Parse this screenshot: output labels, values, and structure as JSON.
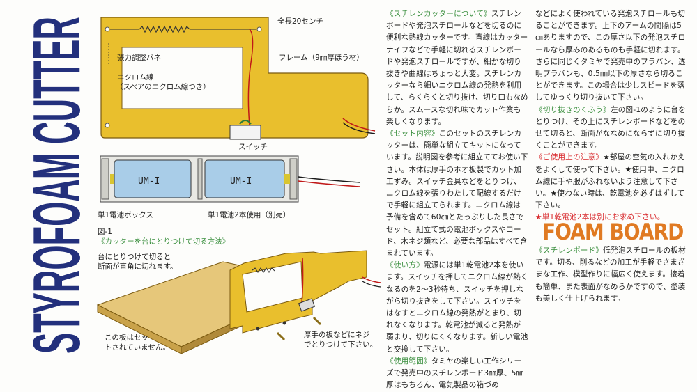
{
  "title": "STYROFOAM CUTTER",
  "diagram_labels": {
    "total_length": "全長20センチ",
    "spring": "張力調整バネ",
    "nichrome_1": "ニクロム線",
    "nichrome_2": "（スペアのニクロム線つき）",
    "frame": "フレーム（9㎜厚ほう材）",
    "switch": "スイッチ",
    "battery_label": "UM-I",
    "battery_box": "単1電池ボックス",
    "battery_note": "単1電池2本使用（別売）",
    "fig_num": "図-1",
    "fig_title": "《カッターを台にとりつけて切る方法》",
    "table_note_1": "台にとりつけて切ると",
    "table_note_2": "断面が直角に切れます。",
    "board_note_1": "この板はセッ",
    "board_note_2": "トされていません。",
    "screw_note_1": "厚手の板などにネジ",
    "screw_note_2": "でとりつけて下さい。"
  },
  "col1": [
    {
      "head": "《スチレンカッターについて》",
      "text": "スチレンボードや発泡スチロールなどを切るのに便利な熱線カッターです。直線はカッターナイフなどで手軽に切れるスチレンボードや発泡スチロールですが、細かな切り抜きや曲線はちょっと大変。スチレンカッターなら細いニクロム線の発熱を利用して、らくらくと切り抜け、切り口もなめらか。スムースな切れ味でカット作業も楽しくなります。"
    },
    {
      "head": "《セット内容》",
      "text": "このセットのスチレンカッターは、簡単な組立てキットになっています。説明図を参考に組立ててお使い下さい。本体は厚手のホオ板製でカット加工ずみ。スイッチ金具などをとりつけ、ニクロム線を張りわたして配線するだけで手軽に組立てられます。ニクロム線は予備を含めて60㎝とたっぷりした長さでセット。組立て式の電池ボックスやコード、木ネジ類など、必要な部品はすべて含まれています。"
    },
    {
      "head": "《使い方》",
      "text": "電源には単1乾電池2本を使います。スイッチを押してニクロム線が熱くなるのを2〜3秒待ち、スイッチを押しながら切り抜きをして下さい。スイッチをはなすとニクロム線の発熱がとまり、切れなくなります。乾電池が減ると発熱が弱まり、切りにくくなります。新しい電池と交換して下さい。"
    },
    {
      "head": "《使用範囲》",
      "text": "タミヤの楽しい工作シリーズで発売中のスチレンボード3㎜厚、5㎜厚はもちろん、電気製品の箱づめ"
    }
  ],
  "col2": [
    {
      "head": "",
      "text": "などによく使われている発泡スチロールも切ることができます。上下のアームの間隔は5㎝ありますので、この厚さ以下の発泡スチロールなら厚みのあるものも手軽に切れます。さらに同じくタミヤで発売中のプラバン、透明プラバンも、0.5㎜以下の厚さなら切ることができます。この場合は少しスピードを落してゆっくり切り抜いて下さい。"
    },
    {
      "head": "《切り抜きのくふう》",
      "text": "左の図-1のように台をとりつけ、その上にスチレンボードなどをのせて切ると、断面がななめにならずに切り抜くことができます。"
    },
    {
      "head": "《ご使用上の注意》",
      "text": "★部屋の空気の入れかえをよくして使って下さい。★使用中、ニクロム線に手や服がふれないよう注意して下さい。★使わない時は、乾電池を必ずはずして下さい。"
    },
    {
      "head": "",
      "red": "★単1乾電池2本は別にお求め下さい。"
    }
  ],
  "foam_title": "FOAM BOARD",
  "foam": {
    "head": "《スチレンボード》",
    "text": "低発泡スチロールの板材です。切る、削るなどの加工が手軽でさまざまな工作、模型作りに幅広く使えます。接着も簡単、また表面がなめらかですので、塗装も美しく仕上げられます。"
  },
  "colors": {
    "title_blue": "#23307c",
    "frame_yellow": "#e9bf2d",
    "heading_green": "#3a8f3e",
    "warning_red": "#d8262a",
    "foam_orange": "#e07a22",
    "battery_blue": "#a9cde8"
  }
}
